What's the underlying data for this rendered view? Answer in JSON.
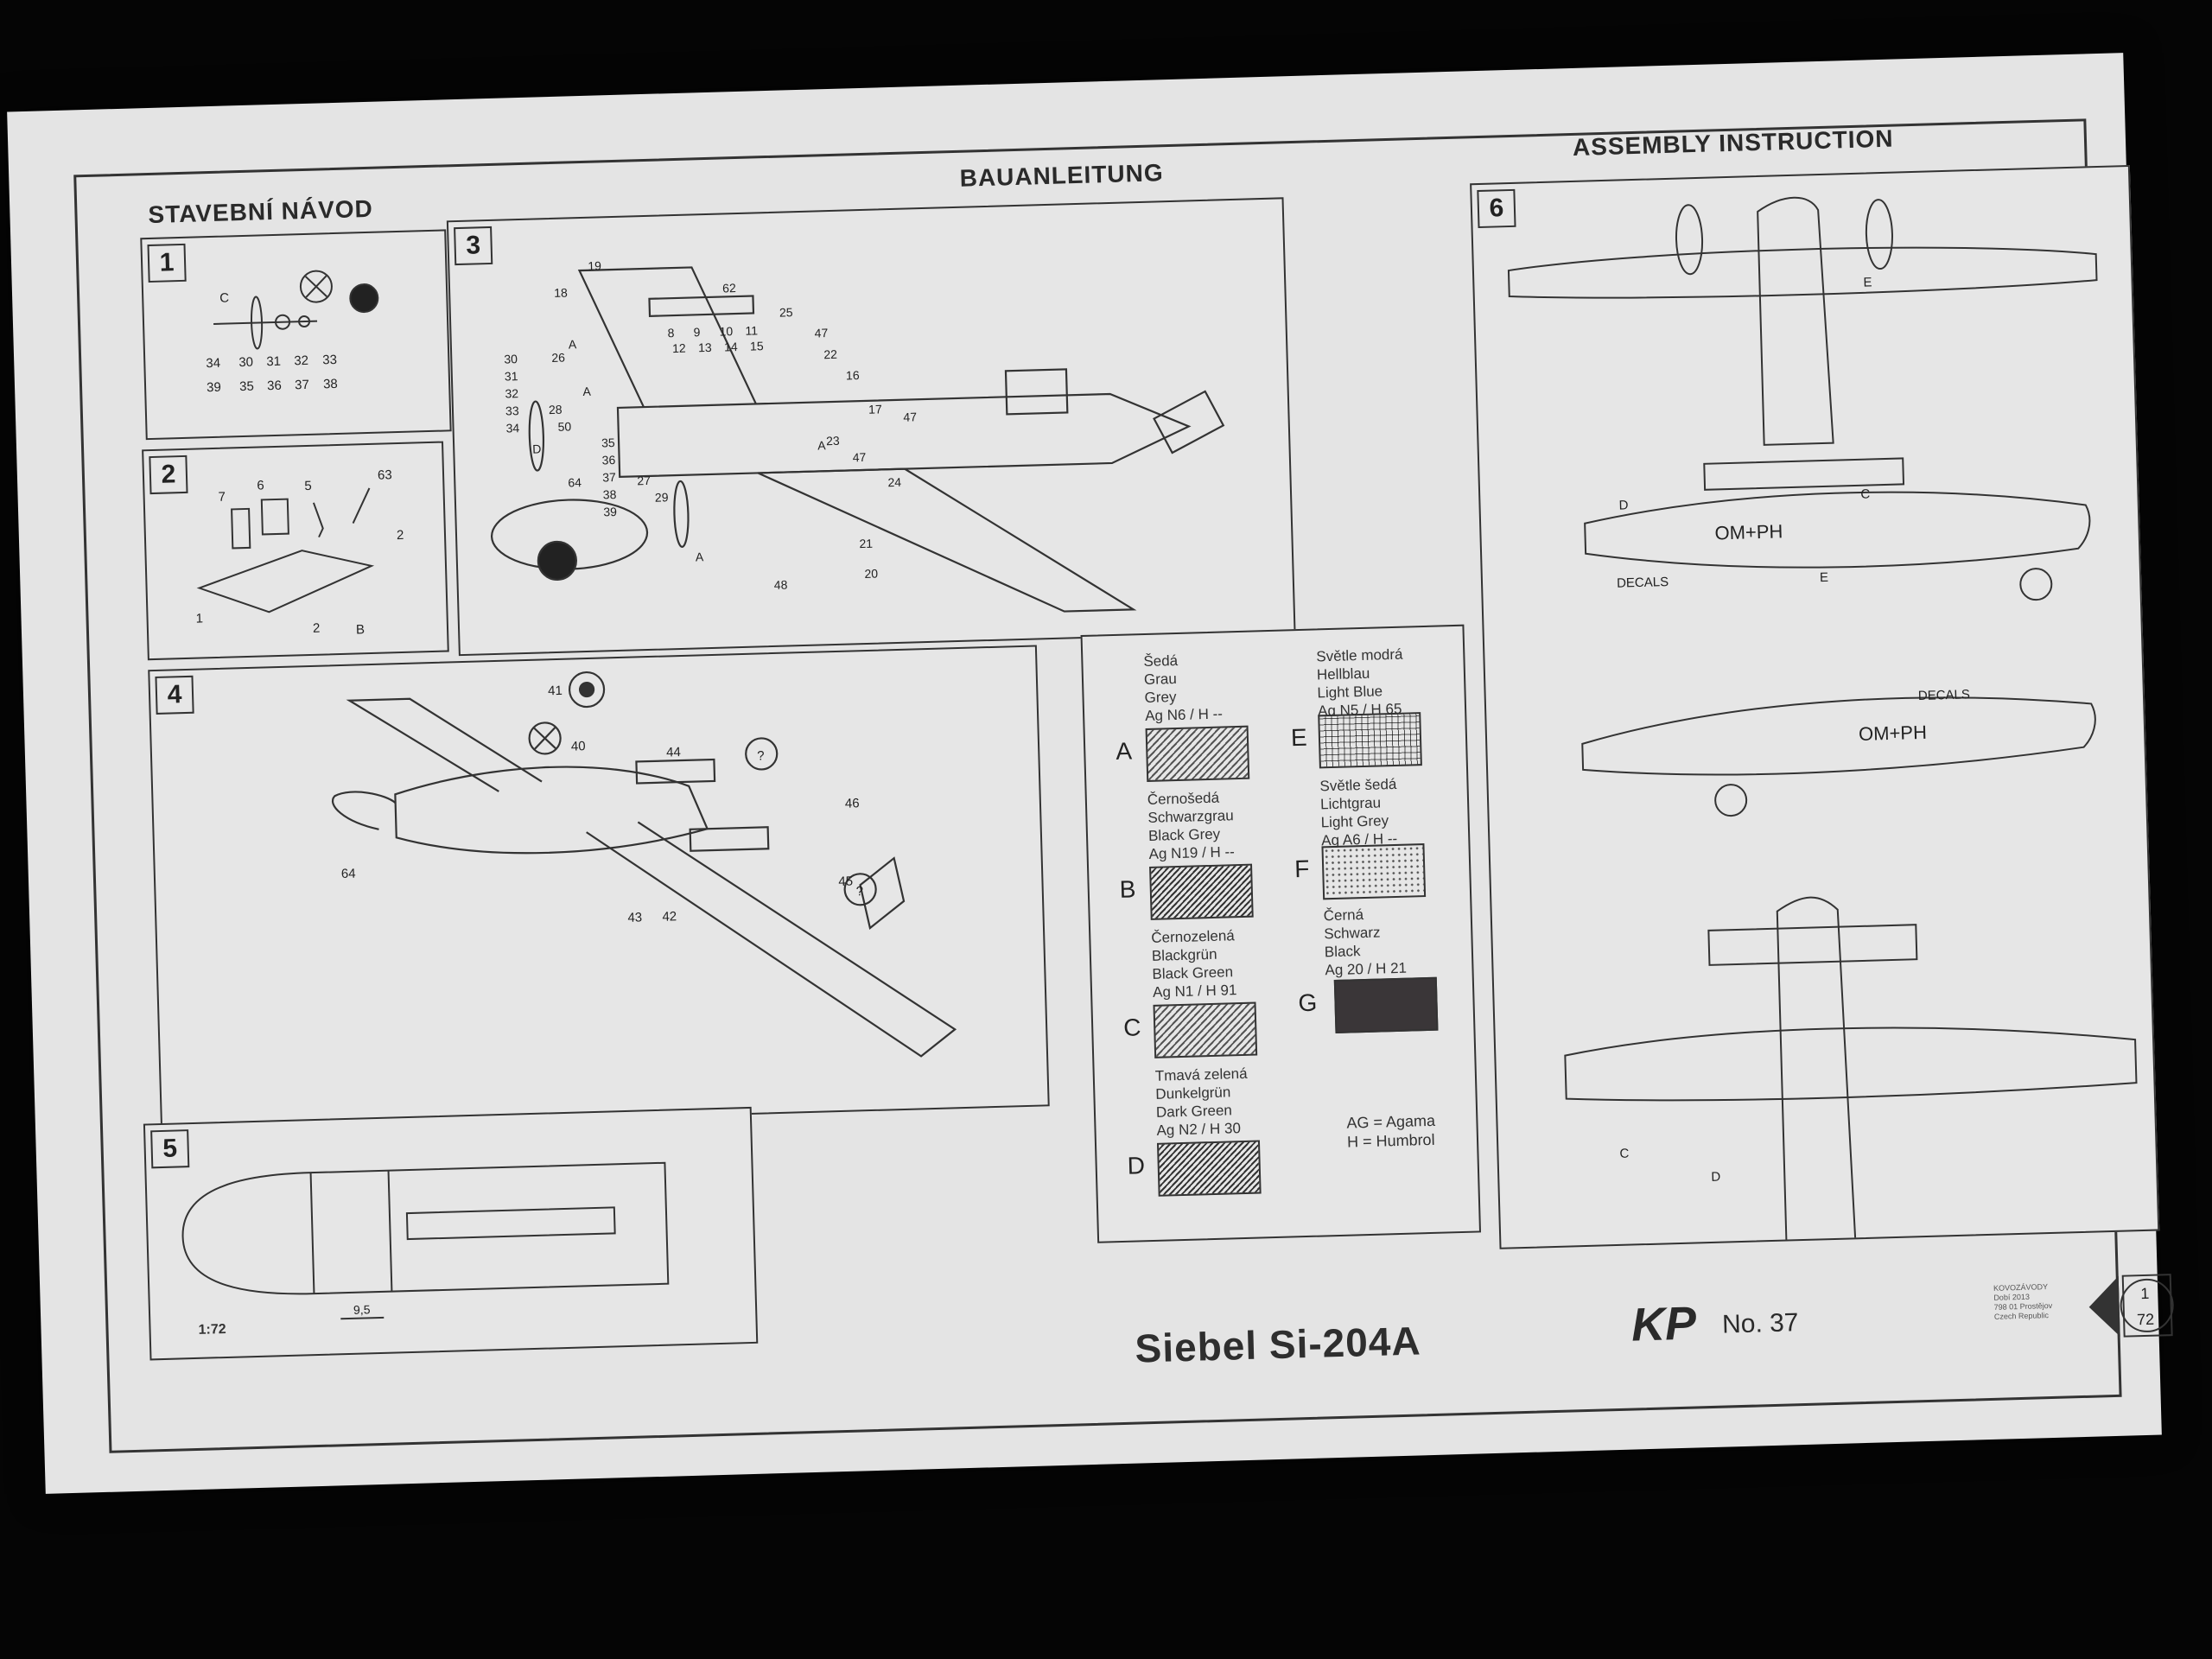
{
  "headers": {
    "cz": "STAVEBNÍ NÁVOD",
    "de": "BAUANLEITUNG",
    "en": "ASSEMBLY INSTRUCTION"
  },
  "steps": [
    "1",
    "2",
    "3",
    "4",
    "5",
    "6"
  ],
  "colors": {
    "A": {
      "letter": "A",
      "names": [
        "Šedá",
        "Grau",
        "Grey",
        "Ag N6 / H --"
      ]
    },
    "B": {
      "letter": "B",
      "names": [
        "Černošedá",
        "Schwarzgrau",
        "Black Grey",
        "Ag N19 / H --"
      ]
    },
    "C": {
      "letter": "C",
      "names": [
        "Černozelená",
        "Blackgrün",
        "Black Green",
        "Ag N1 / H 91"
      ]
    },
    "D": {
      "letter": "D",
      "names": [
        "Tmavá zelená",
        "Dunkelgrün",
        "Dark Green",
        "Ag N2 / H 30"
      ]
    },
    "E": {
      "letter": "E",
      "names": [
        "Světle modrá",
        "Hellblau",
        "Light Blue",
        "Ag N5 / H 65"
      ]
    },
    "F": {
      "letter": "F",
      "names": [
        "Světle šedá",
        "Lichtgrau",
        "Light Grey",
        "Ag A6 / H --"
      ]
    },
    "G": {
      "letter": "G",
      "names": [
        "Černá",
        "Schwarz",
        "Black",
        "Ag 20 / H 21"
      ]
    }
  },
  "legend": {
    "ag": "AG = Agama",
    "h": "H = Humbrol"
  },
  "title": "Siebel Si-204A",
  "brand": {
    "logo": "KP",
    "number": "No. 37"
  },
  "scale": "1:72",
  "dimension": "9,5",
  "decals_label": "DECALS",
  "aircraft_code": "OM+PH",
  "manufacturer": [
    "KOVOZÁVODY",
    "Dobí 2013",
    "798 01 Prostějov",
    "Czech Republic"
  ],
  "scale_badge": {
    "top": "1",
    "bottom": "72"
  },
  "part_numbers": {
    "step1": [
      "34",
      "30",
      "31",
      "32",
      "33",
      "39",
      "35",
      "36",
      "37",
      "38"
    ],
    "step2": [
      "7",
      "6",
      "5",
      "63",
      "2",
      "1",
      "2"
    ],
    "step3": [
      "19",
      "18",
      "62",
      "25",
      "8",
      "9",
      "10",
      "11",
      "12",
      "13",
      "14",
      "15",
      "47",
      "22",
      "16",
      "30",
      "31",
      "32",
      "33",
      "34",
      "26",
      "28",
      "50",
      "17",
      "47",
      "23",
      "47",
      "24",
      "35",
      "36",
      "37",
      "38",
      "39",
      "27",
      "29",
      "64",
      "21",
      "20",
      "48"
    ],
    "step4": [
      "41",
      "40",
      "44",
      "46",
      "45",
      "43",
      "42",
      "64"
    ]
  },
  "part_letters": {
    "step1": "C",
    "step2": "B",
    "step3": [
      "A",
      "A",
      "D",
      "A",
      "A"
    ],
    "step6": [
      "E",
      "D",
      "C",
      "E",
      "C",
      "D"
    ]
  }
}
